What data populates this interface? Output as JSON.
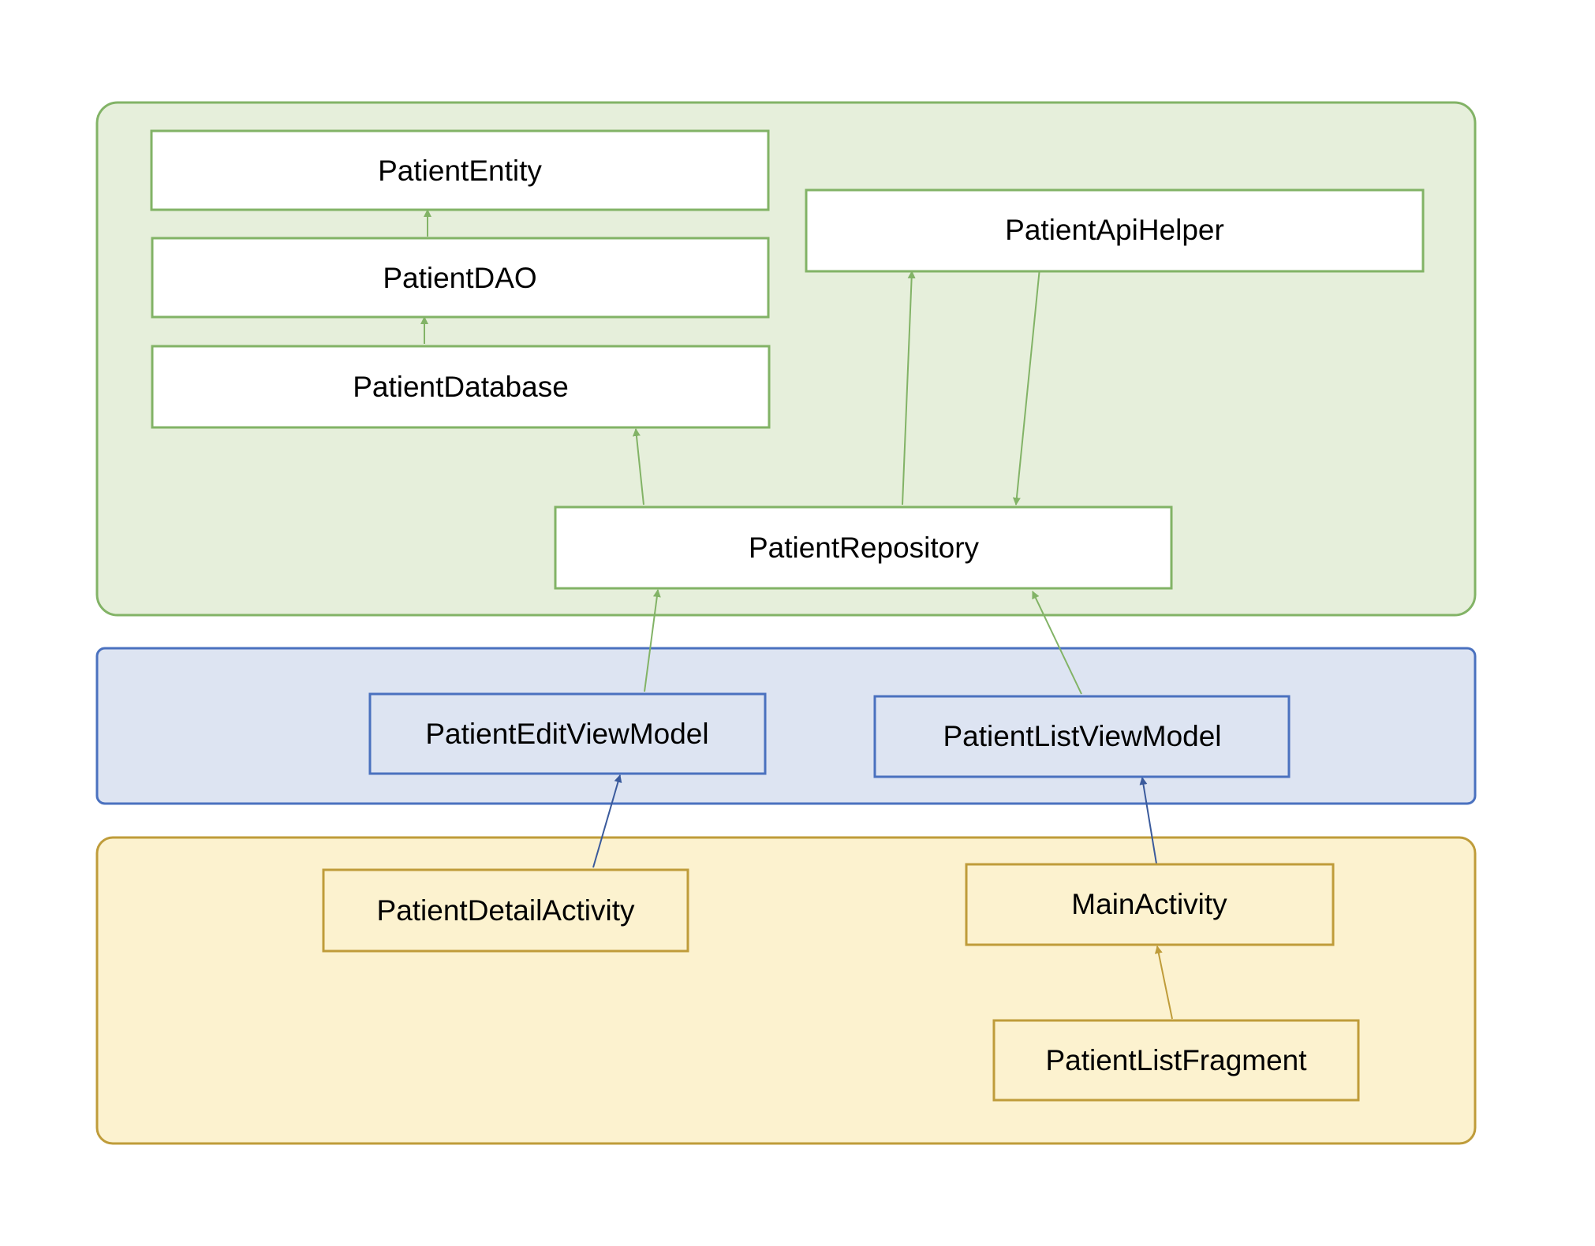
{
  "colors": {
    "green_fill": "#e6efdb",
    "green_stroke": "#82b366",
    "blue_fill": "#dde4f2",
    "blue_stroke": "#4a71bf",
    "yellow_fill": "#fcf2cf",
    "yellow_stroke": "#bf9c3a",
    "box_fill_white": "#ffffff",
    "arrow_blue": "#3a5a9c"
  },
  "nodes": {
    "patient_entity": "PatientEntity",
    "patient_dao": "PatientDAO",
    "patient_database": "PatientDatabase",
    "patient_api_helper": "PatientApiHelper",
    "patient_repository": "PatientRepository",
    "patient_edit_view_model": "PatientEditViewModel",
    "patient_list_view_model": "PatientListViewModel",
    "patient_detail_activity": "PatientDetailActivity",
    "main_activity": "MainActivity",
    "patient_list_fragment": "PatientListFragment"
  },
  "edges": [
    {
      "from": "PatientDAO",
      "to": "PatientEntity"
    },
    {
      "from": "PatientDatabase",
      "to": "PatientDAO"
    },
    {
      "from": "PatientRepository",
      "to": "PatientDatabase"
    },
    {
      "from": "PatientRepository",
      "to": "PatientApiHelper"
    },
    {
      "from": "PatientApiHelper",
      "to": "PatientRepository"
    },
    {
      "from": "PatientEditViewModel",
      "to": "PatientRepository"
    },
    {
      "from": "PatientListViewModel",
      "to": "PatientRepository"
    },
    {
      "from": "PatientDetailActivity",
      "to": "PatientEditViewModel"
    },
    {
      "from": "MainActivity",
      "to": "PatientListViewModel"
    },
    {
      "from": "PatientListFragment",
      "to": "MainActivity"
    }
  ]
}
